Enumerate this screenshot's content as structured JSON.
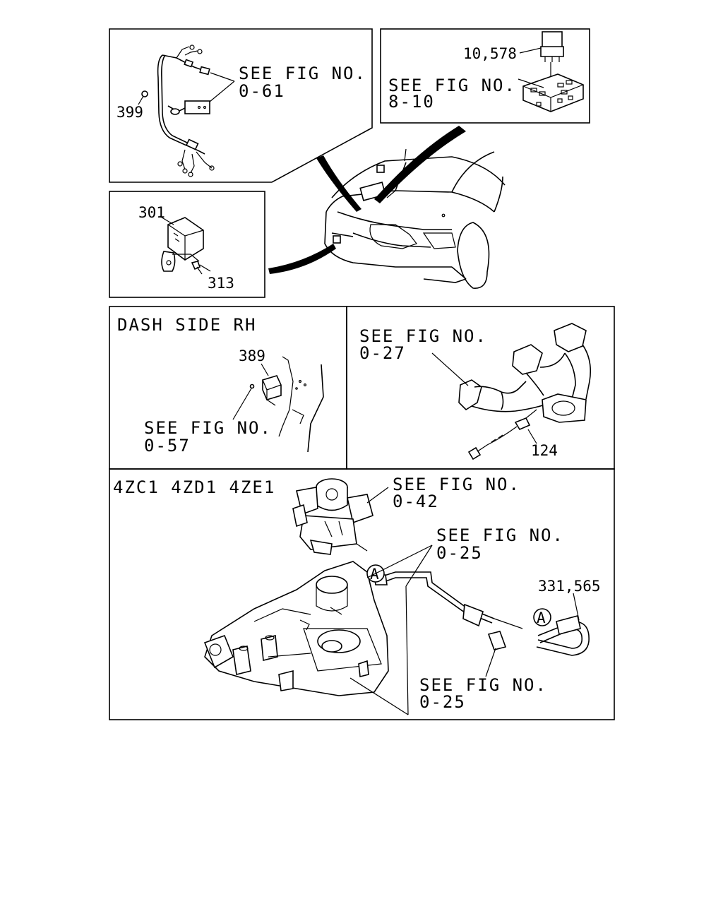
{
  "panels": {
    "harness": {
      "ref": "SEE FIG NO.",
      "fig": "0-61",
      "part": "399"
    },
    "relay_block": {
      "part": "10,578",
      "ref": "SEE FIG NO.",
      "fig": "8-10"
    },
    "front_module": {
      "part_a": "301",
      "part_b": "313"
    },
    "dash_side": {
      "title": "DASH SIDE RH",
      "part": "389",
      "ref": "SEE FIG NO.",
      "fig": "0-57"
    },
    "exhaust": {
      "ref": "SEE FIG NO.",
      "fig": "0-27",
      "part": "124"
    },
    "engine": {
      "title": "4ZC1 4ZD1 4ZE1",
      "ref1": "SEE FIG NO.",
      "fig1": "0-42",
      "ref2": "SEE FIG NO.",
      "fig2": "0-25",
      "part": "331,565",
      "ref3": "SEE FIG NO.",
      "fig3": "0-25",
      "marker": "A"
    }
  }
}
